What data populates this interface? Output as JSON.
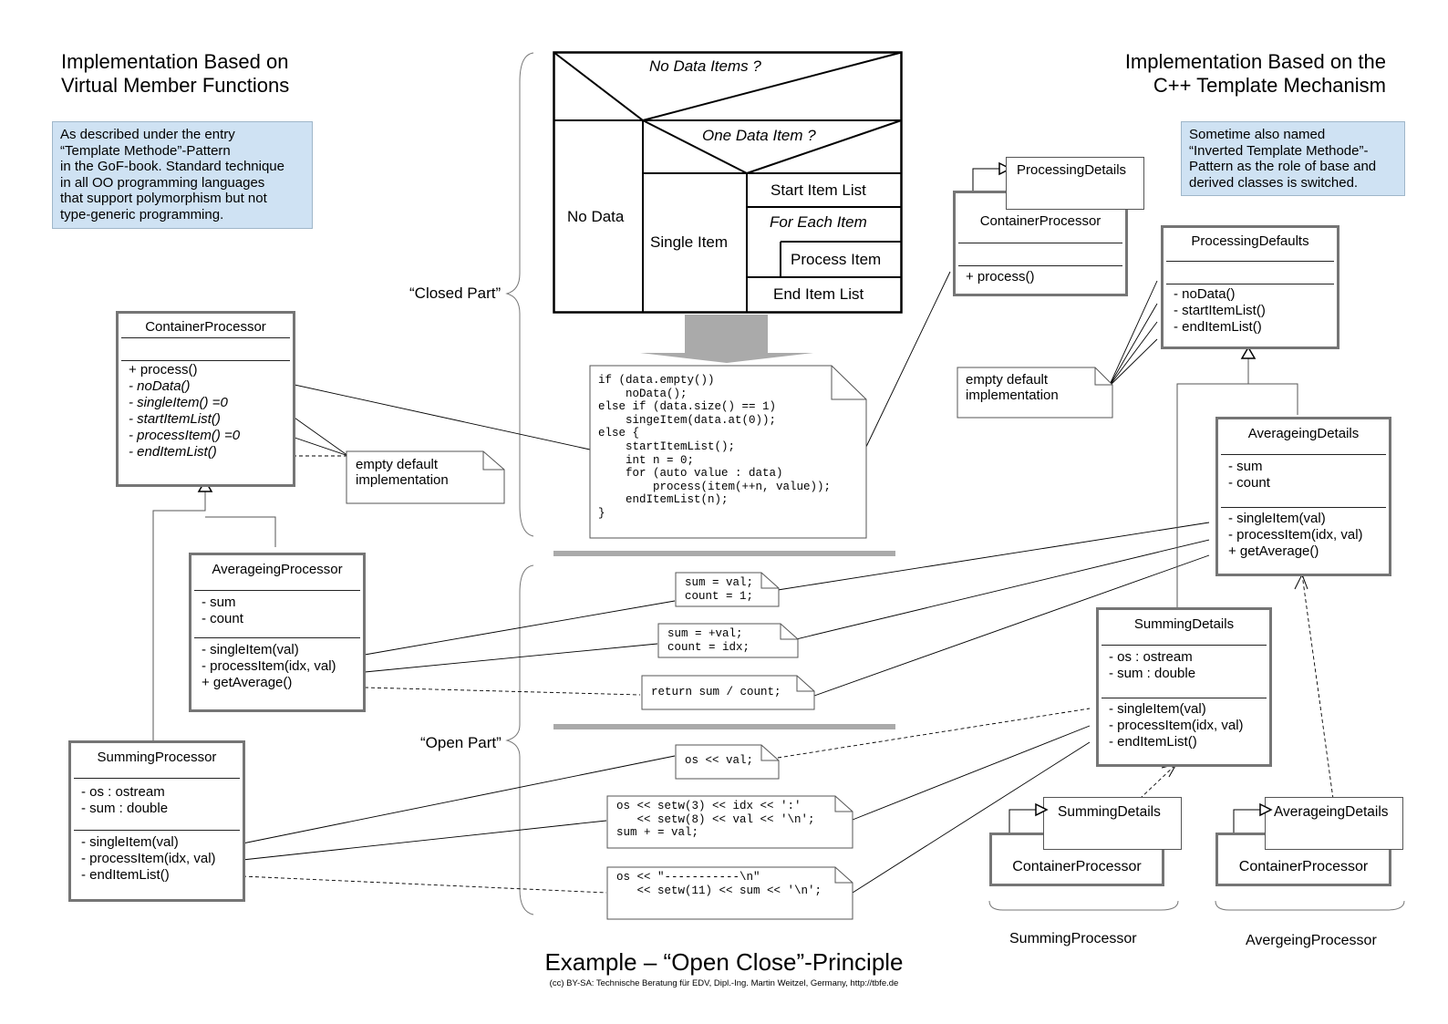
{
  "left": {
    "title_line1": "Implementation Based on",
    "title_line2": "Virtual Member Functions",
    "note_lines": [
      "As described under the entry",
      "“Template Methode”-Pattern",
      "in the GoF-book. Standard technique",
      "in all OO programming languages",
      "that support polymorphism but not",
      "type-generic programming."
    ],
    "container": {
      "name": "ContainerProcessor",
      "ops": [
        "+ process()",
        "- noData()",
        "- singleItem() =0",
        "- startItemList()",
        "- processItem() =0",
        "- endItemList()"
      ]
    },
    "default_note": [
      "empty default",
      "implementation"
    ],
    "averaging": {
      "name": "AverageingProcessor",
      "attrs": [
        "- sum",
        "- count"
      ],
      "ops": [
        "- singleItem(val)",
        "- processItem(idx, val)",
        "+ getAverage()"
      ]
    },
    "summing": {
      "name": "SummingProcessor",
      "attrs": [
        "- os : ostream",
        "- sum : double"
      ],
      "ops": [
        "- singleItem(val)",
        "- processItem(idx, val)",
        "- endItemList()"
      ]
    }
  },
  "right": {
    "title_line1": "Implementation Based on the",
    "title_line2": "C++ Template Mechanism",
    "note_lines": [
      "Sometime also named",
      "“Inverted Template Methode”-",
      "Pattern as the role of base and",
      "derived classes is switched."
    ],
    "template_param": "ProcessingDetails",
    "container": {
      "name": "ContainerProcessor",
      "ops": [
        "+ process()"
      ]
    },
    "defaults": {
      "name": "ProcessingDefaults",
      "ops": [
        "- noData()",
        "- startItemList()",
        "- endItemList()"
      ]
    },
    "default_note": [
      "empty default",
      "implementation"
    ],
    "averaging": {
      "name": "AverageingDetails",
      "attrs": [
        "- sum",
        "- count"
      ],
      "ops": [
        "- singleItem(val)",
        "- processItem(idx, val)",
        "+ getAverage()"
      ]
    },
    "summing": {
      "name": "SummingDetails",
      "attrs": [
        "- os : ostream",
        "- sum : double"
      ],
      "ops": [
        "- singleItem(val)",
        "- processItem(idx, val)",
        "- endItemList()"
      ]
    },
    "inst_summing": {
      "param": "SummingDetails",
      "name": "ContainerProcessor",
      "caption": "SummingProcessor"
    },
    "inst_averaging": {
      "param": "AverageingDetails",
      "name": "ContainerProcessor",
      "caption": "AvergeingProcessor"
    }
  },
  "center": {
    "nsd": {
      "q1": "No Data Items ?",
      "q2": "One Data Item ?",
      "no_data": "No Data",
      "single": "Single Item",
      "start": "Start Item List",
      "foreach": "For Each Item",
      "process": "Process Item",
      "end": "End Item List"
    },
    "closed_label": "“Closed Part”",
    "open_label": "“Open Part”",
    "code": "if (data.empty())\n    noData();\nelse if (data.size() == 1)\n    singeItem(data.at(0));\nelse {\n    startItemList();\n    int n = 0;\n    for (auto value : data)\n        process(item(++n, value));\n    endItemList(n);\n}",
    "snip_avg1": "sum = val;\ncount = 1;",
    "snip_avg2": "sum = +val;\ncount = idx;",
    "snip_avg3": "return sum / count;",
    "snip_sum1": "os << val;",
    "snip_sum2": "os << setw(3) << idx << ':'\n   << setw(8) << val << '\\n';\nsum + = val;",
    "snip_sum3": "os << \"-----------\\n\"\n   << setw(11) << sum << '\\n';"
  },
  "footer": {
    "title": "Example – “Open Close”-Principle",
    "credit": "(cc) BY-SA: Technische Beratung für EDV, Dipl.-Ing. Martin Weitzel, Germany, http://tbfe.de"
  }
}
